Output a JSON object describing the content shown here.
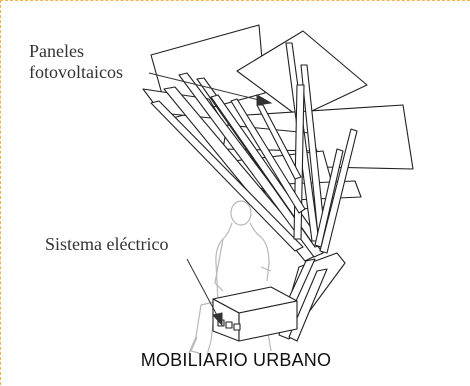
{
  "labels": {
    "panels_line1": "Paneles",
    "panels_line2": "fotovoltaicos",
    "electric_system": "Sistema eléctrico"
  },
  "caption": "MOBILIARIO URBANO",
  "colors": {
    "frame_dashed": "#f2b24a",
    "ink": "#222222",
    "person_sketch": "#b8b8b8"
  }
}
